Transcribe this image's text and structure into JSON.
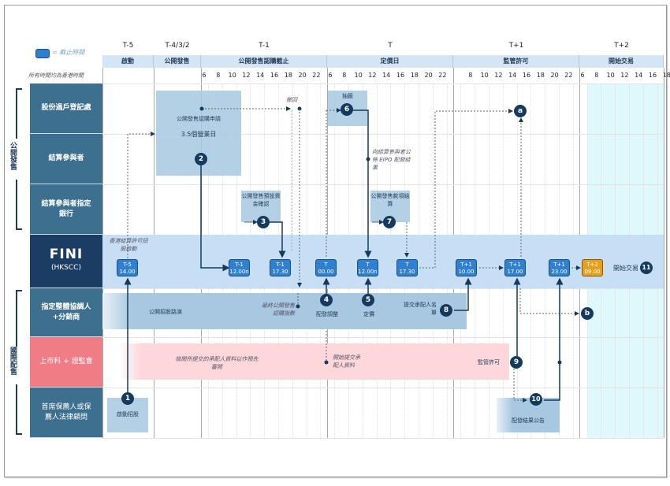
{
  "legend": {
    "swatch_text": "= 截止時間",
    "timezone_note": "所有時間均為香港時間"
  },
  "days": [
    {
      "label": "T-5",
      "phase": "啟動"
    },
    {
      "label": "T-4/3/2",
      "phase": "公開發售"
    },
    {
      "label": "T-1",
      "phase": "公開發售認購截止"
    },
    {
      "label": "T",
      "phase": "定價日"
    },
    {
      "label": "T+1",
      "phase": "監管許可"
    },
    {
      "label": "T+2",
      "phase": "開始交易"
    }
  ],
  "hours": {
    "T-1": [
      "6",
      "8",
      "10",
      "12",
      "14",
      "16",
      "18",
      "20",
      "22"
    ],
    "T": [
      "6",
      "8",
      "10",
      "12",
      "14",
      "16",
      "18",
      "20",
      "22"
    ],
    "T+1": [
      "8",
      "10",
      "12",
      "14",
      "16",
      "18",
      "20",
      "22"
    ],
    "T+2": [
      "6",
      "8",
      "10",
      "12",
      "14",
      "16",
      "18"
    ]
  },
  "groups": {
    "public_offer": "公開發售",
    "intl_placing": "國際配售"
  },
  "rows": [
    {
      "label": "股份過戶登記處",
      "color": "#3d6f8e"
    },
    {
      "label": "結算參與者",
      "color": "#3d6f8e"
    },
    {
      "label": "結算參與者指定銀行",
      "color": "#3d6f8e"
    },
    {
      "label": "FINI",
      "sublabel": "(HKSCC)",
      "color": "#1b3d63"
    },
    {
      "label": "指定整體協調人+分銷商",
      "color": "#3d6f8e"
    },
    {
      "label": "上市科 + 證監會",
      "color": "#f07c85"
    },
    {
      "label": "首席保薦人或保薦人法律顧問",
      "color": "#3d6f8e"
    }
  ],
  "boxes": {
    "subscription": {
      "title": "公開發售認購申請",
      "sub": "3.5個營業日"
    },
    "prefunding": "公開發售預設資金確認",
    "ballot": "抽籤",
    "settlement": "公開發售款項結算",
    "bookbuilding": "公開招股路演",
    "regulator_band": "檢閱所提交的承配人資料以作預先審閱",
    "kickoff": "啟動招股",
    "allotment_announce": "配發結果公告"
  },
  "notes": {
    "withdraw": "撤回",
    "hk_settlement": "香港結算許可招股啟動",
    "eipo_result": "向結算參與者公佈 EIPO 配發結果",
    "final_confirm": "最終公開發售認購指數",
    "allot_adjust": "配發調整",
    "pricing": "定價",
    "submit_placees": "提交承配人名單",
    "start_submit": "開始提交承配人資料",
    "approval": "監管許可",
    "start_trading": "開始交易"
  },
  "steps": [
    "1",
    "2",
    "3",
    "4",
    "5",
    "6",
    "7",
    "8",
    "9",
    "10",
    "11",
    "a",
    "b"
  ],
  "deadlines": [
    {
      "day": "T-5",
      "time": "14.00"
    },
    {
      "day": "T-1",
      "time": "12.00n"
    },
    {
      "day": "T-1",
      "time": "17.30"
    },
    {
      "day": "T",
      "time": "00.00"
    },
    {
      "day": "T",
      "time": "12.00n"
    },
    {
      "day": "T",
      "time": "17.30"
    },
    {
      "day": "T+1",
      "time": "10.00"
    },
    {
      "day": "T+1",
      "time": "17.00"
    },
    {
      "day": "T+1",
      "time": "23.00"
    },
    {
      "day": "T+2",
      "time": "09.00"
    }
  ],
  "colors": {
    "accent": "#2f80d0",
    "dark": "#153a5e",
    "trading": "#e5a020",
    "regulator": "#f07c85",
    "fini_band": "#c7dff5",
    "trading_bg": "#dff8fc"
  }
}
